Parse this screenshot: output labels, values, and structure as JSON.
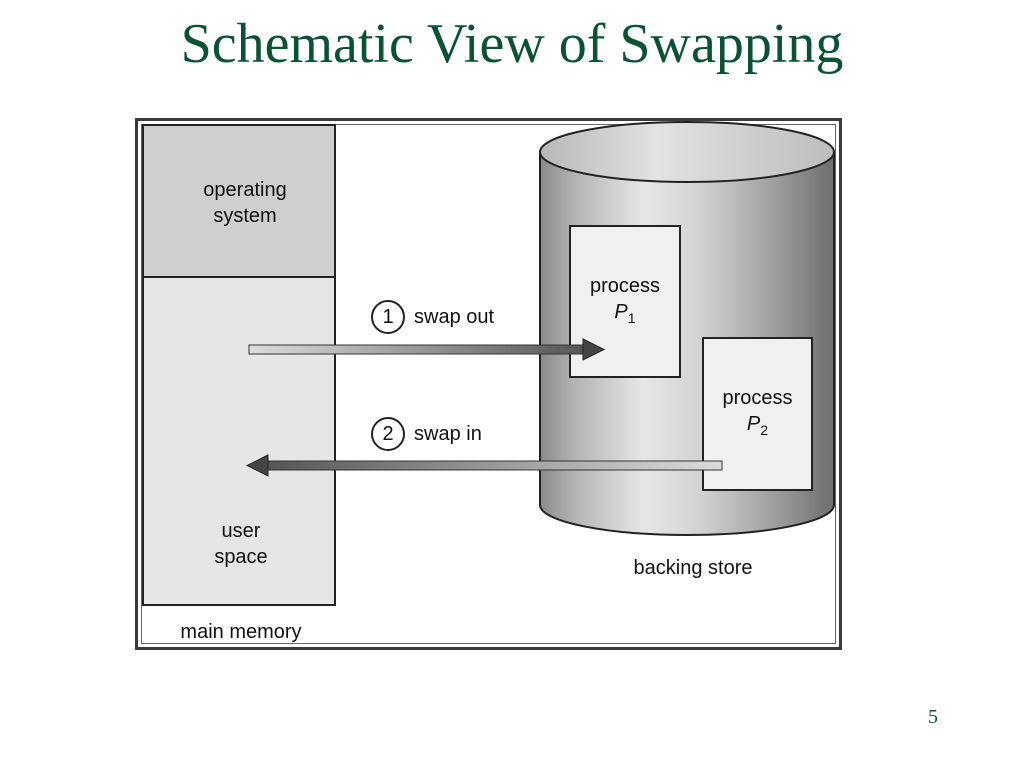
{
  "slide": {
    "title": "Schematic View of Swapping",
    "page_number": "5"
  },
  "diagram": {
    "memory": {
      "os_label": "operating system",
      "user_label": "user space",
      "caption": "main memory"
    },
    "backing_store": {
      "caption": "backing store",
      "process_1": {
        "name": "process",
        "symbol": "P",
        "subscript": "1"
      },
      "process_2": {
        "name": "process",
        "symbol": "P",
        "subscript": "2"
      }
    },
    "arrows": {
      "swap_out": {
        "step": "1",
        "label": "swap out"
      },
      "swap_in": {
        "step": "2",
        "label": "swap in"
      }
    }
  },
  "colors": {
    "title": "#0b5233",
    "os_fill": "#cfcfcf",
    "user_fill": "#e6e6e6",
    "cylinder_dark": "#7a7a7a",
    "cylinder_light": "#e4e4e4"
  }
}
